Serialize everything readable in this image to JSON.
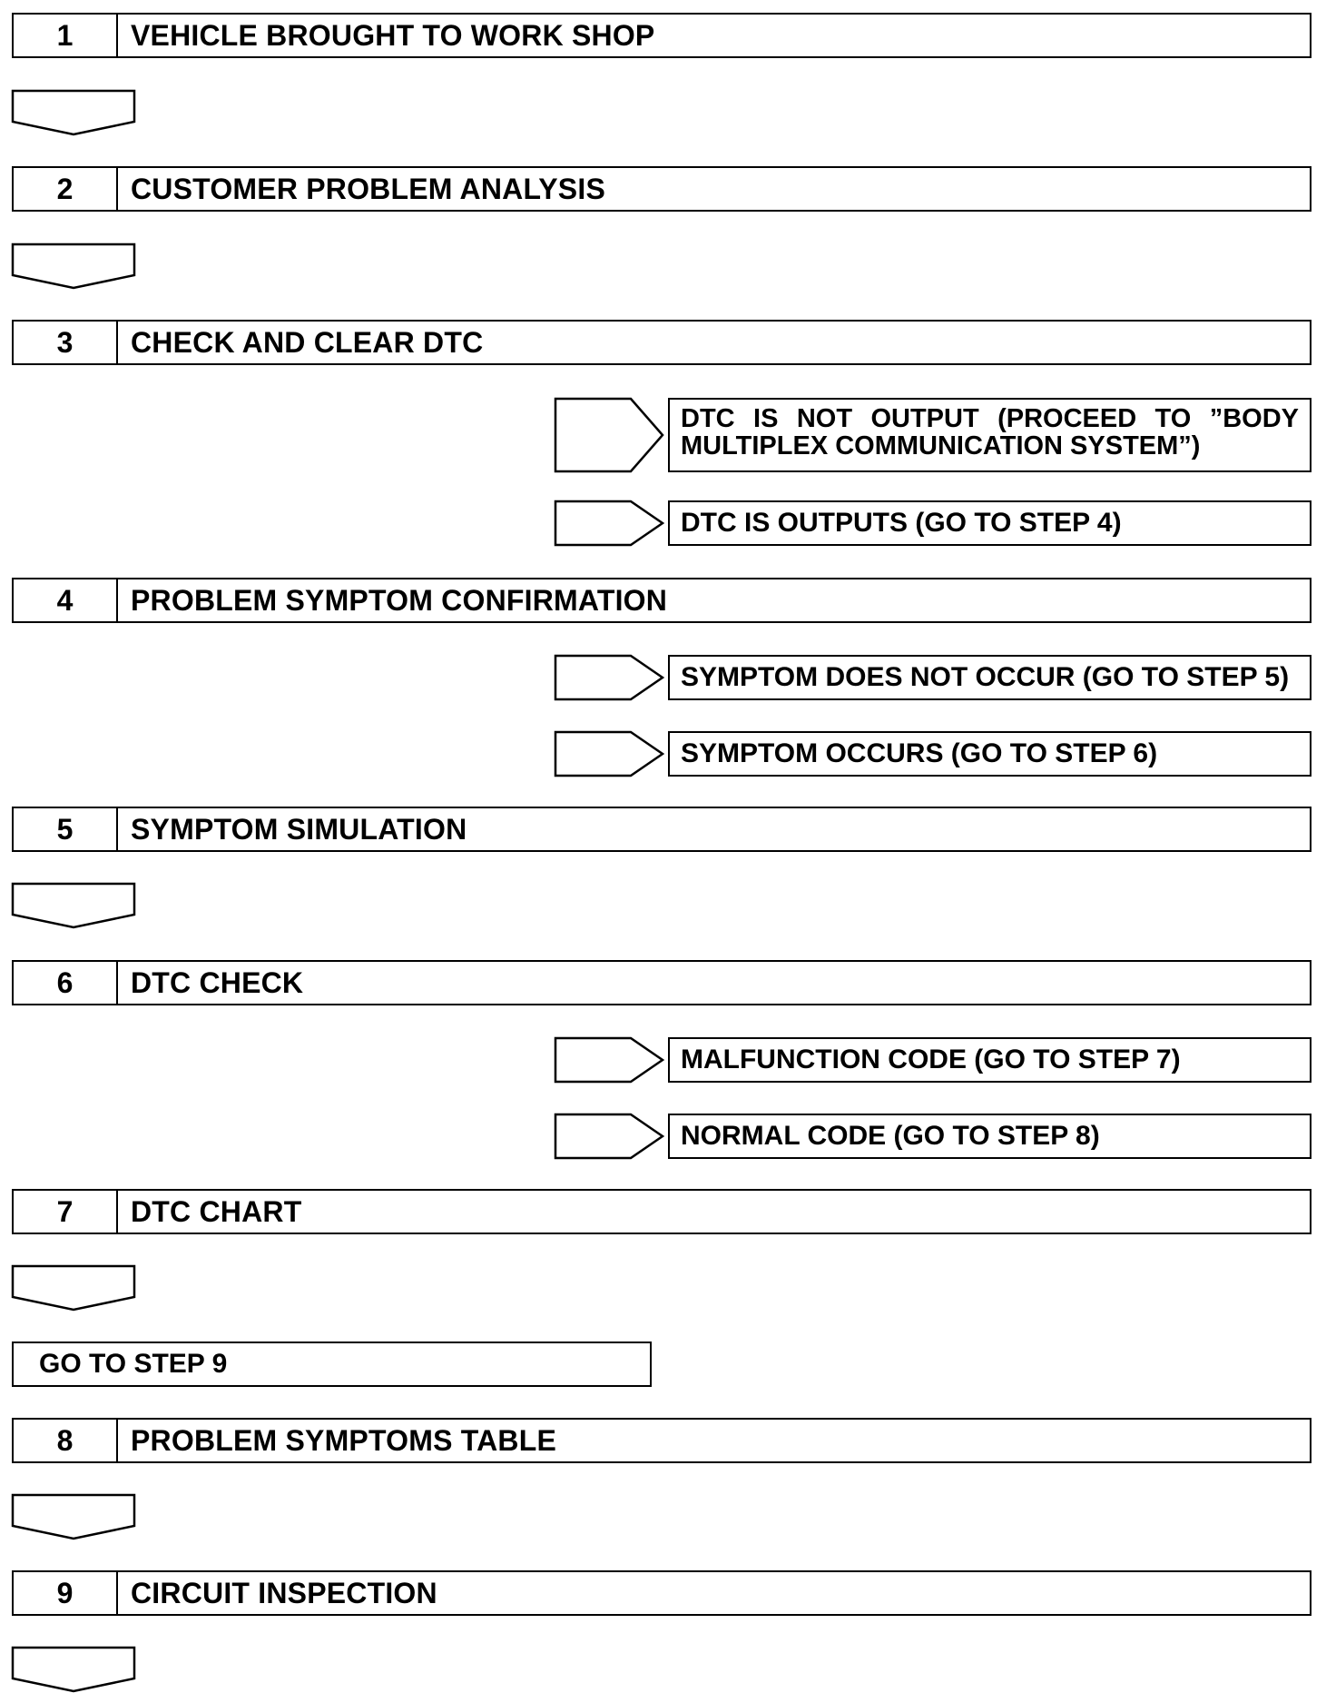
{
  "steps": [
    {
      "number": "1",
      "title": "VEHICLE BROUGHT TO WORK SHOP"
    },
    {
      "number": "2",
      "title": "CUSTOMER PROBLEM ANALYSIS"
    },
    {
      "number": "3",
      "title": "CHECK AND CLEAR DTC"
    },
    {
      "number": "4",
      "title": "PROBLEM SYMPTOM CONFIRMATION"
    },
    {
      "number": "5",
      "title": "SYMPTOM SIMULATION"
    },
    {
      "number": "6",
      "title": "DTC CHECK"
    },
    {
      "number": "7",
      "title": "DTC CHART"
    },
    {
      "number": "8",
      "title": "PROBLEM SYMPTOMS TABLE"
    },
    {
      "number": "9",
      "title": "CIRCUIT INSPECTION"
    }
  ],
  "branches": {
    "step3": [
      {
        "text": "DTC IS NOT OUTPUT (PROCEED TO ”BODY MULTIPLEX COMMUNICATION SYSTEM”)"
      },
      {
        "text": "DTC IS OUTPUTS (GO TO STEP 4)"
      }
    ],
    "step4": [
      {
        "text": "SYMPTOM DOES NOT OCCUR (GO TO STEP 5)"
      },
      {
        "text": "SYMPTOM OCCURS (GO TO STEP 6)"
      }
    ],
    "step6": [
      {
        "text": "MALFUNCTION CODE (GO TO STEP 7)"
      },
      {
        "text": "NORMAL CODE (GO TO STEP 8)"
      }
    ]
  },
  "goto_box": {
    "text": "GO TO STEP 9"
  }
}
